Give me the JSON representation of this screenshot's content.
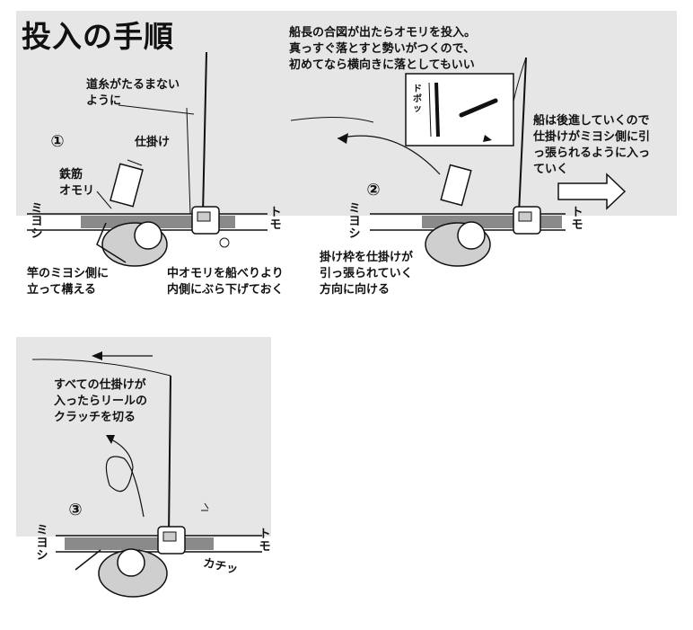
{
  "title": "投入の手順",
  "step1": {
    "number": "①",
    "note_michiito": "道糸がたるまない\nように",
    "label_shikake": "仕掛け",
    "label_tekkin": "鉄筋\nオモリ",
    "caption_left": "竿のミヨシ側に\n立って構える",
    "caption_right": "中オモリを船べりより\n内側にぶら下げておく",
    "bow": "ミ\nヨ\nシ",
    "stern": "ト\nモ"
  },
  "step2": {
    "number": "②",
    "note_top": "船長の合図が出たらオモリを投入。\n真っすぐ落とすと勢いがつくので、\n初めてなら横向きに落としてもいい",
    "inset_sound": "ドボ\nッ",
    "note_right": "船は後進していくので\n仕掛けがミヨシ側に引\nっ張られるように入っ\nていく",
    "caption": "掛け枠を仕掛けが\n引っ張られていく\n方向に向ける",
    "bow": "ミ\nヨ\nシ",
    "stern": "ト\nモ"
  },
  "step3": {
    "number": "③",
    "note": "すべての仕掛けが\n入ったらリールの\nクラッチを切る",
    "sound": "カチッ",
    "bow": "ミ\nヨ\nシ",
    "stern": "ト\nモ"
  },
  "colors": {
    "panel": "#e6e6e6",
    "ink": "#111111",
    "rail": "#8a8a8a"
  }
}
